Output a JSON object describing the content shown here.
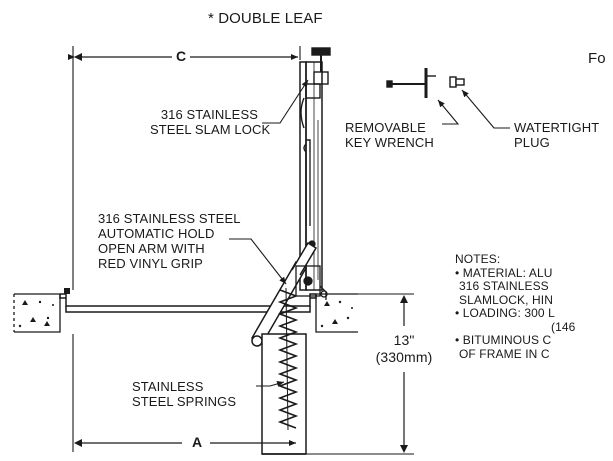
{
  "title": "* DOUBLE LEAF",
  "top_right_label": "Fo",
  "dimensions": {
    "width_top": "C",
    "width_bottom": "A",
    "depth_imperial": "13\"",
    "depth_metric": "(330mm)"
  },
  "callouts": {
    "slam_lock": [
      "316 STAINLESS",
      "STEEL SLAM LOCK"
    ],
    "hold_open_arm": [
      "316 STAINLESS STEEL",
      "AUTOMATIC HOLD",
      "OPEN ARM WITH",
      "RED VINYL GRIP"
    ],
    "springs": [
      "STAINLESS",
      "STEEL SPRINGS"
    ],
    "key_wrench": [
      "REMOVABLE",
      "KEY WRENCH"
    ],
    "plug": [
      "WATERTIGHT",
      "PLUG"
    ]
  },
  "notes": {
    "heading": "NOTES:",
    "lines": [
      "• MATERIAL: ALU",
      "  316 STAINLESS",
      "  SLAMLOCK, HIN",
      "• LOADING: 300 L",
      "  (146",
      "•  BITUMINOUS C",
      "  OF FRAME IN C"
    ]
  }
}
